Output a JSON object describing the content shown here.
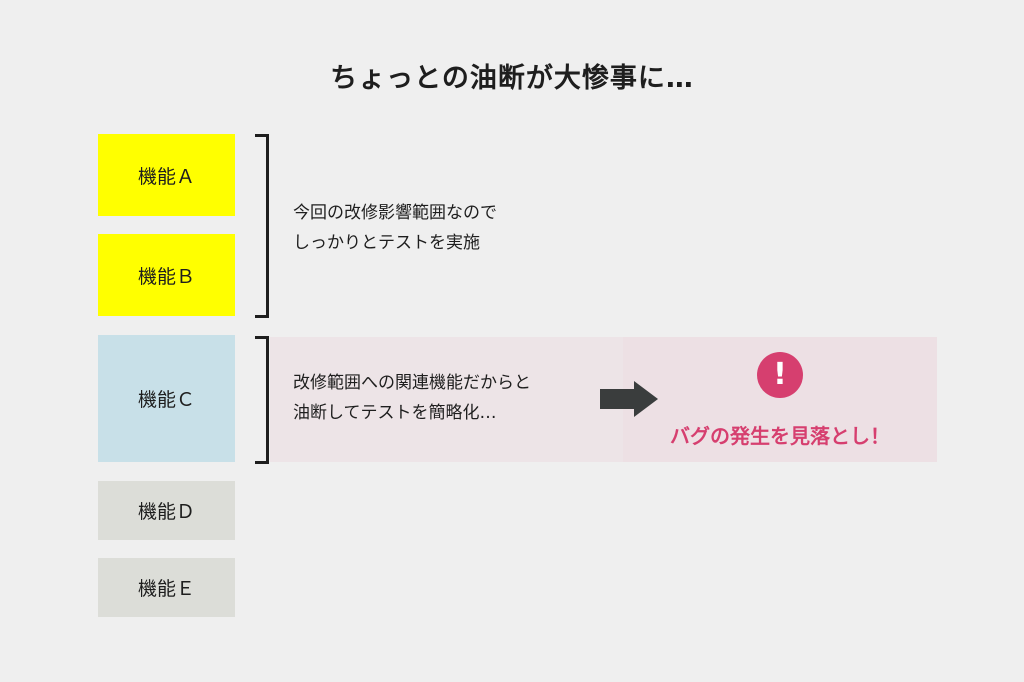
{
  "title": "ちょっとの油断が大惨事に…",
  "features": {
    "a": "機能Ａ",
    "b": "機能Ｂ",
    "c": "機能Ｃ",
    "d": "機能Ｄ",
    "e": "機能Ｅ"
  },
  "notes": {
    "tested": {
      "line1": "今回の改修影響範囲なので",
      "line2": "しっかりとテストを実施"
    },
    "simplified": {
      "line1": "改修範囲への関連機能だからと",
      "line2": "油断してテストを簡略化…"
    }
  },
  "alert": {
    "icon_glyph": "!",
    "text": "バグの発生を見落とし！"
  },
  "colors": {
    "tested_feature": "#ffff00",
    "related_feature": "#c8e0e8",
    "untouched_feature": "#dcddd8",
    "alert_accent": "#d63f6f",
    "alert_background": "#ede0e4"
  },
  "icons": {
    "alert": "exclamation-circle-icon",
    "flow": "arrow-right-icon"
  }
}
